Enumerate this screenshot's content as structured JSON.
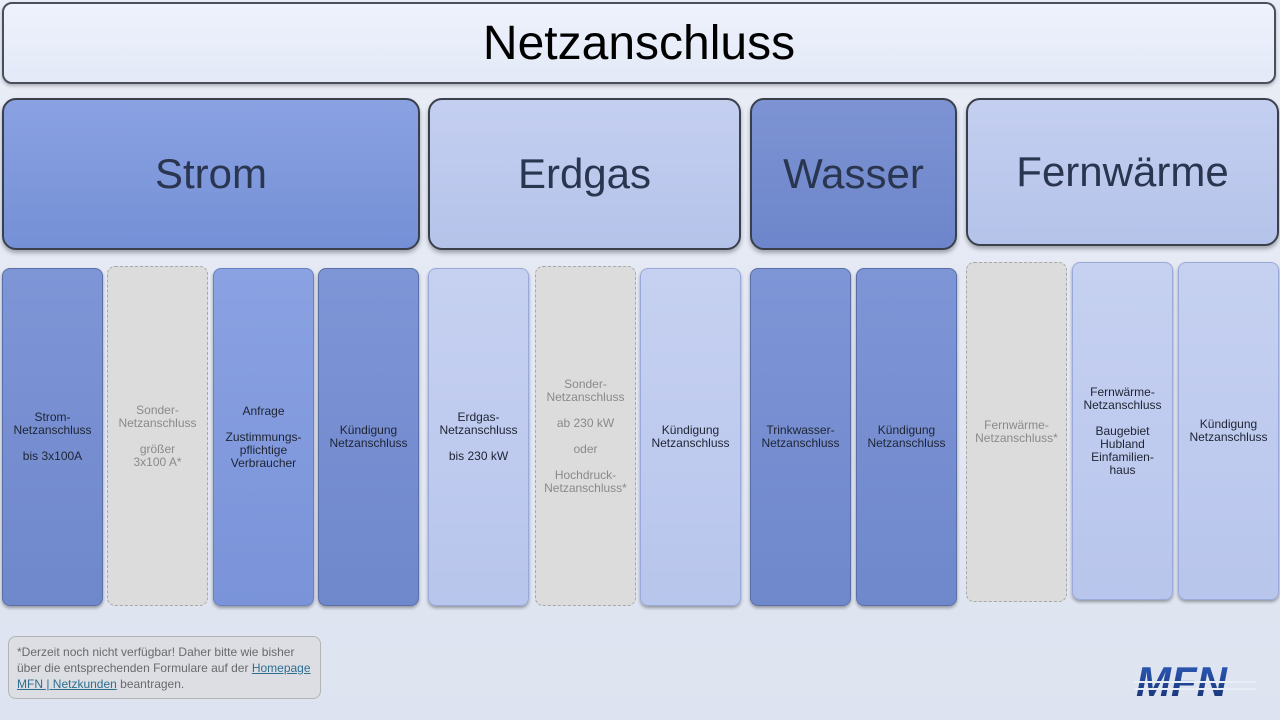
{
  "title": "Netzanschluss",
  "categories": {
    "strom": "Strom",
    "erdgas": "Erdgas",
    "wasser": "Wasser",
    "fernwaerme": "Fernwärme"
  },
  "cards": [
    {
      "label": "Strom-\nNetzanschluss\n\nbis 3x100A"
    },
    {
      "label": "Sonder-\nNetzanschluss\n\ngrößer\n3x100 A*"
    },
    {
      "label": "Anfrage\n\nZustimmungs-\npflichtige\nVerbraucher"
    },
    {
      "label": "Kündigung\nNetzanschluss"
    },
    {
      "label": "Erdgas-\nNetzanschluss\n\nbis 230 kW"
    },
    {
      "label": "Sonder-\nNetzanschluss\n\nab 230 kW\n\noder\n\nHochdruck-\nNetzanschluss*"
    },
    {
      "label": "Kündigung\nNetzanschluss"
    },
    {
      "label": "Trinkwasser-\nNetzanschluss"
    },
    {
      "label": "Kündigung\nNetzanschluss"
    },
    {
      "label": "Fernwärme-\nNetzanschluss*"
    },
    {
      "label": "Fernwärme-\nNetzanschluss\n\nBaugebiet\nHubland\nEinfamilien-\nhaus"
    },
    {
      "label": "Kündigung\nNetzanschluss"
    }
  ],
  "footnote": {
    "text_before": "*Derzeit noch nicht verfügbar! Daher bitte wie bisher über die entsprechenden Formulare auf der ",
    "link_text": "Homepage MFN | Netzkunden",
    "text_after": " beantragen."
  },
  "logo": {
    "text": "MFN",
    "color": "#1d3f8f"
  },
  "colors": {
    "dark_blue": "#7590d6",
    "light_blue": "#b8c5ec",
    "gray": "#dcdcdc"
  }
}
